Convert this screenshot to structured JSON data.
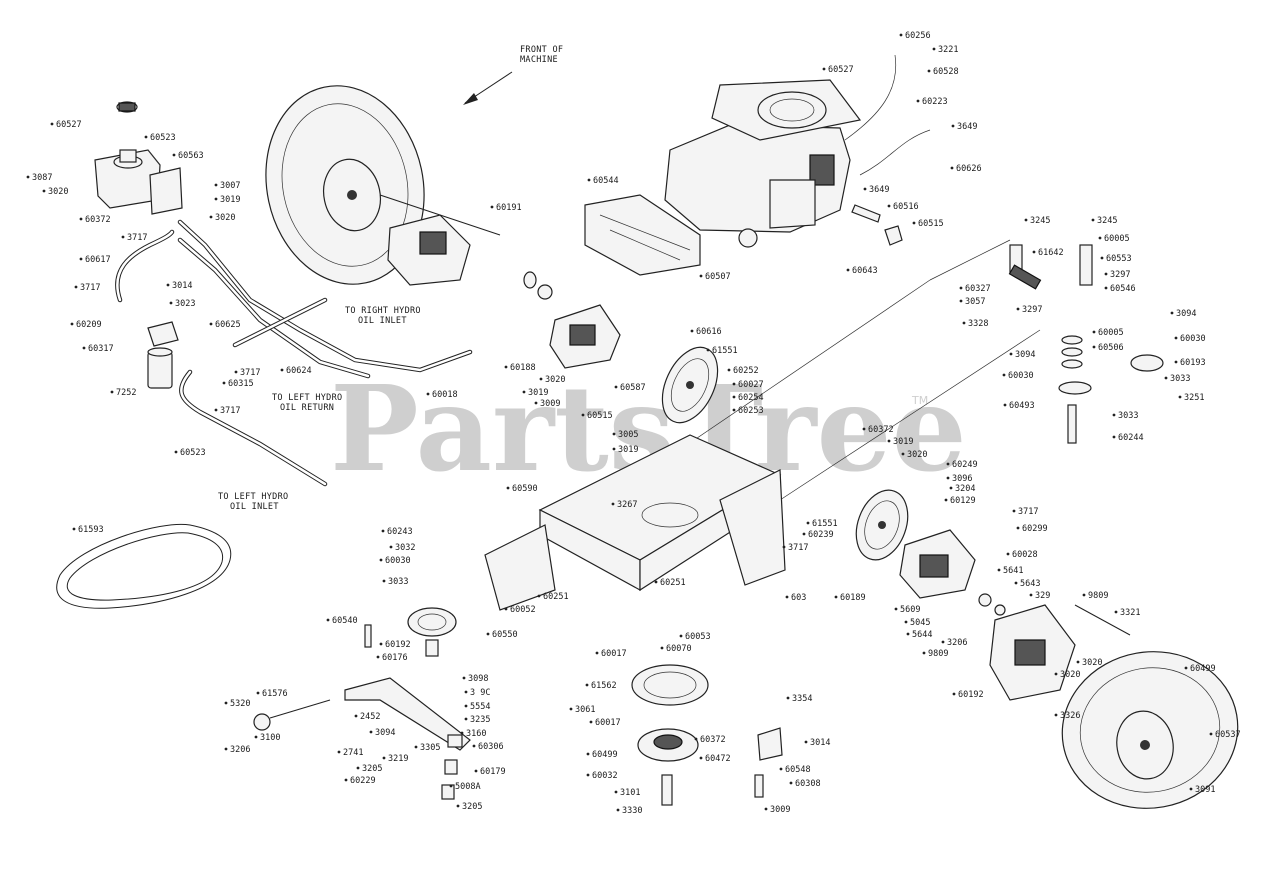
{
  "watermark": {
    "brand": "PartsTree",
    "tm": "TM"
  },
  "notes": {
    "front_line1": "FRONT OF",
    "front_line2": "MACHINE",
    "right_inlet_line1": "TO RIGHT HYDRO",
    "right_inlet_line2": "OIL INLET",
    "left_return_line1": "TO LEFT HYDRO",
    "left_return_line2": "OIL RETURN",
    "left_inlet_line1": "TO LEFT HYDRO",
    "left_inlet_line2": "OIL INLET"
  },
  "callouts": [
    {
      "t": "60527"
    },
    {
      "t": "60523"
    },
    {
      "t": "60563"
    },
    {
      "t": "3087"
    },
    {
      "t": "3020"
    },
    {
      "t": "3007"
    },
    {
      "t": "3019"
    },
    {
      "t": "3020"
    },
    {
      "t": "60372"
    },
    {
      "t": "3717"
    },
    {
      "t": "60617"
    },
    {
      "t": "3717"
    },
    {
      "t": "3014"
    },
    {
      "t": "3023"
    },
    {
      "t": "60209"
    },
    {
      "t": "60317"
    },
    {
      "t": "7252"
    },
    {
      "t": "60625"
    },
    {
      "t": "3717"
    },
    {
      "t": "60315"
    },
    {
      "t": "60624"
    },
    {
      "t": "3717"
    },
    {
      "t": "60523"
    },
    {
      "t": "60018"
    },
    {
      "t": "60191"
    },
    {
      "t": "60256"
    },
    {
      "t": "3221"
    },
    {
      "t": "60527"
    },
    {
      "t": "60528"
    },
    {
      "t": "60223"
    },
    {
      "t": "3649"
    },
    {
      "t": "60626"
    },
    {
      "t": "3649"
    },
    {
      "t": "60516"
    },
    {
      "t": "60515"
    },
    {
      "t": "60643"
    },
    {
      "t": "60544"
    },
    {
      "t": "60507"
    },
    {
      "t": "3245"
    },
    {
      "t": "61642"
    },
    {
      "t": "3245"
    },
    {
      "t": "60005"
    },
    {
      "t": "60553"
    },
    {
      "t": "60327"
    },
    {
      "t": "3297"
    },
    {
      "t": "60546"
    },
    {
      "t": "3057"
    },
    {
      "t": "3297"
    },
    {
      "t": "3094"
    },
    {
      "t": "3328"
    },
    {
      "t": "60005"
    },
    {
      "t": "60030"
    },
    {
      "t": "60506"
    },
    {
      "t": "3094"
    },
    {
      "t": "60193"
    },
    {
      "t": "60030"
    },
    {
      "t": "3033"
    },
    {
      "t": "60493"
    },
    {
      "t": "3251"
    },
    {
      "t": "3033"
    },
    {
      "t": "60244"
    },
    {
      "t": "60616"
    },
    {
      "t": "61551"
    },
    {
      "t": "60252"
    },
    {
      "t": "60027"
    },
    {
      "t": "60254"
    },
    {
      "t": "60253"
    },
    {
      "t": "60188"
    },
    {
      "t": "3020"
    },
    {
      "t": "3019"
    },
    {
      "t": "3009"
    },
    {
      "t": "60587"
    },
    {
      "t": "60515"
    },
    {
      "t": "3005"
    },
    {
      "t": "3019"
    },
    {
      "t": "60372"
    },
    {
      "t": "3019"
    },
    {
      "t": "3020"
    },
    {
      "t": "60249"
    },
    {
      "t": "3096"
    },
    {
      "t": "3204"
    },
    {
      "t": "60129"
    },
    {
      "t": "3717"
    },
    {
      "t": "60299"
    },
    {
      "t": "60028"
    },
    {
      "t": "61551"
    },
    {
      "t": "60239"
    },
    {
      "t": "3717"
    },
    {
      "t": "603"
    },
    {
      "t": "60189"
    },
    {
      "t": "5641"
    },
    {
      "t": "5643"
    },
    {
      "t": "329"
    },
    {
      "t": "5609"
    },
    {
      "t": "5045"
    },
    {
      "t": "5644"
    },
    {
      "t": "3206"
    },
    {
      "t": "9809"
    },
    {
      "t": "3020"
    },
    {
      "t": "3321"
    },
    {
      "t": "9809"
    },
    {
      "t": "3020"
    },
    {
      "t": "60192"
    },
    {
      "t": "60499"
    },
    {
      "t": "3326"
    },
    {
      "t": "60537"
    },
    {
      "t": "3091"
    },
    {
      "t": "60590"
    },
    {
      "t": "3267"
    },
    {
      "t": "60251"
    },
    {
      "t": "60052"
    },
    {
      "t": "60251"
    },
    {
      "t": "60053"
    },
    {
      "t": "60070"
    },
    {
      "t": "60017"
    },
    {
      "t": "61593"
    },
    {
      "t": "60243"
    },
    {
      "t": "3032"
    },
    {
      "t": "60030"
    },
    {
      "t": "3033"
    },
    {
      "t": "60540"
    },
    {
      "t": "60550"
    },
    {
      "t": "60192"
    },
    {
      "t": "60176"
    },
    {
      "t": "61576"
    },
    {
      "t": "5320"
    },
    {
      "t": "3100"
    },
    {
      "t": "3206"
    },
    {
      "t": "2452"
    },
    {
      "t": "3094"
    },
    {
      "t": "3098"
    },
    {
      "t": "3 9C"
    },
    {
      "t": "5554"
    },
    {
      "t": "3235"
    },
    {
      "t": "3160"
    },
    {
      "t": "3305"
    },
    {
      "t": "60306"
    },
    {
      "t": "3219"
    },
    {
      "t": "3205"
    },
    {
      "t": "60179"
    },
    {
      "t": "5008A"
    },
    {
      "t": "3205"
    },
    {
      "t": "2741"
    },
    {
      "t": "60229"
    },
    {
      "t": "61562"
    },
    {
      "t": "3061"
    },
    {
      "t": "60017"
    },
    {
      "t": "60499"
    },
    {
      "t": "60032"
    },
    {
      "t": "3101"
    },
    {
      "t": "3330"
    },
    {
      "t": "3354"
    },
    {
      "t": "60372"
    },
    {
      "t": "3014"
    },
    {
      "t": "60472"
    },
    {
      "t": "60548"
    },
    {
      "t": "60308"
    },
    {
      "t": "3009"
    }
  ]
}
